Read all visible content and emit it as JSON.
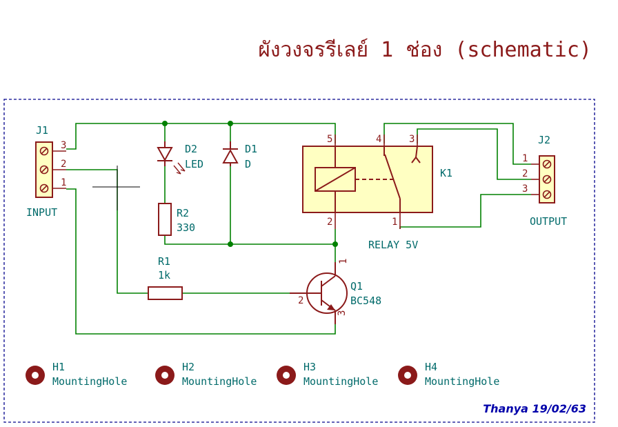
{
  "title": "ผังวงจรรีเลย์ 1 ช่อง (schematic)",
  "author_note": "Thanya 19/02/63",
  "colors": {
    "wire": "#008000",
    "symbol": "#8b1a1a",
    "reference_text": "#006a6a",
    "relay_fill": "#ffffc2",
    "border": "#00008b",
    "author_text": "#0000aa"
  },
  "components": {
    "j1": {
      "ref": "J1",
      "label": "INPUT",
      "pins": [
        "3",
        "2",
        "1"
      ]
    },
    "j2": {
      "ref": "J2",
      "label": "OUTPUT",
      "pins": [
        "1",
        "2",
        "3"
      ]
    },
    "d2": {
      "ref": "D2",
      "value": "LED"
    },
    "d1": {
      "ref": "D1",
      "value": "D"
    },
    "r2": {
      "ref": "R2",
      "value": "330"
    },
    "r1": {
      "ref": "R1",
      "value": "1k"
    },
    "k1": {
      "ref": "K1",
      "value": "RELAY 5V",
      "pins": [
        "5",
        "4",
        "3",
        "2",
        "1"
      ]
    },
    "q1": {
      "ref": "Q1",
      "value": "BC548",
      "pins": [
        "1",
        "2",
        "3"
      ]
    }
  },
  "mounting_holes": [
    {
      "ref": "H1",
      "value": "MountingHole"
    },
    {
      "ref": "H2",
      "value": "MountingHole"
    },
    {
      "ref": "H3",
      "value": "MountingHole"
    },
    {
      "ref": "H4",
      "value": "MountingHole"
    }
  ]
}
